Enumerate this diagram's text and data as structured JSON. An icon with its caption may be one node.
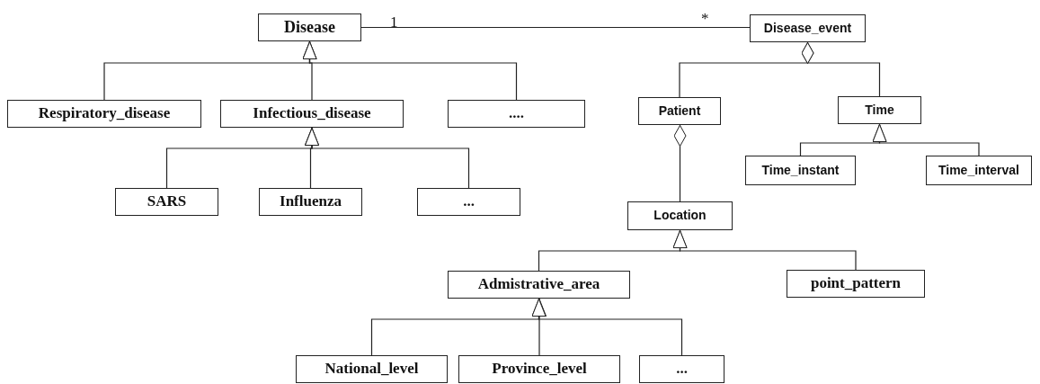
{
  "diagram": {
    "nodes": [
      {
        "text": [
          "Disease"
        ]
      },
      {
        "text": [
          "Disease_event"
        ]
      },
      {
        "text": [
          "Respiratory_disease"
        ]
      },
      {
        "text": [
          "Infectious_disease"
        ]
      },
      {
        "text": [
          "...."
        ]
      },
      {
        "text": [
          "SARS"
        ]
      },
      {
        "text": [
          "Influenza"
        ]
      },
      {
        "text": [
          "..."
        ]
      },
      {
        "text": [
          "Patient"
        ]
      },
      {
        "text": [
          "Time"
        ]
      },
      {
        "text": [
          "Time_instant"
        ]
      },
      {
        "text": [
          "Time_interval"
        ]
      },
      {
        "text": [
          "Location"
        ]
      },
      {
        "text": [
          "Admistrative_area"
        ]
      },
      {
        "text": [
          "point_pattern"
        ]
      },
      {
        "text": [
          "National_level"
        ]
      },
      {
        "text": [
          "Province_level"
        ]
      },
      {
        "text": [
          "..."
        ]
      }
    ],
    "edges": [
      {
        "from": 0,
        "to": 1,
        "arrow": "none"
      },
      {
        "from": 2,
        "to": 0,
        "arrow": "to"
      },
      {
        "from": 3,
        "to": 0,
        "arrow": "to"
      },
      {
        "from": 4,
        "to": 0,
        "arrow": "to"
      },
      {
        "from": 5,
        "to": 3,
        "arrow": "to"
      },
      {
        "from": 6,
        "to": 3,
        "arrow": "to"
      },
      {
        "from": 7,
        "to": 3,
        "arrow": "to"
      },
      {
        "from": 8,
        "to": 1,
        "arrow": "other"
      },
      {
        "from": 9,
        "to": 1,
        "arrow": "other"
      },
      {
        "from": 10,
        "to": 9,
        "arrow": "to"
      },
      {
        "from": 11,
        "to": 9,
        "arrow": "to"
      },
      {
        "from": 12,
        "to": 8,
        "arrow": "other"
      },
      {
        "from": 13,
        "to": 12,
        "arrow": "to"
      },
      {
        "from": 14,
        "to": 12,
        "arrow": "to"
      },
      {
        "from": 15,
        "to": 13,
        "arrow": "to"
      },
      {
        "from": 16,
        "to": 13,
        "arrow": "to"
      },
      {
        "from": 17,
        "to": 13,
        "arrow": "to"
      }
    ],
    "labels": [
      "1",
      "*"
    ]
  }
}
